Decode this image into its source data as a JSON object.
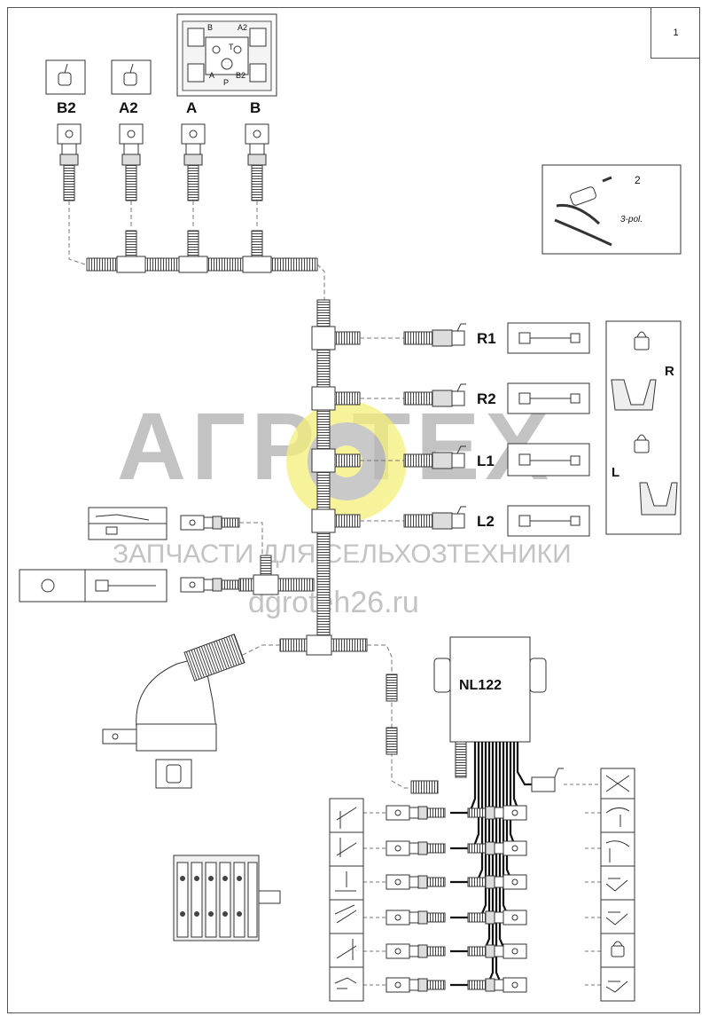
{
  "page_number": "1",
  "valve_block": {
    "labels": [
      "B",
      "A2",
      "T",
      "A",
      "P",
      "B2"
    ]
  },
  "kit": {
    "number": "2",
    "note": "3-pol."
  },
  "top_connectors": [
    "B2",
    "A2",
    "A",
    "B"
  ],
  "side_connectors": [
    "R1",
    "R2",
    "L1",
    "L2"
  ],
  "side_markers": [
    "R",
    "L"
  ],
  "module": {
    "label": "NL122"
  },
  "watermark": {
    "brand": "АГР  ТЕХ",
    "tagline": "ЗАПЧАСТИ ДЛЯ СЕЛЬХОЗТЕХНИКИ",
    "url": "dgroteh26.ru",
    "gear_color": "#f5f07a",
    "text_color": "#b9b9b9"
  }
}
